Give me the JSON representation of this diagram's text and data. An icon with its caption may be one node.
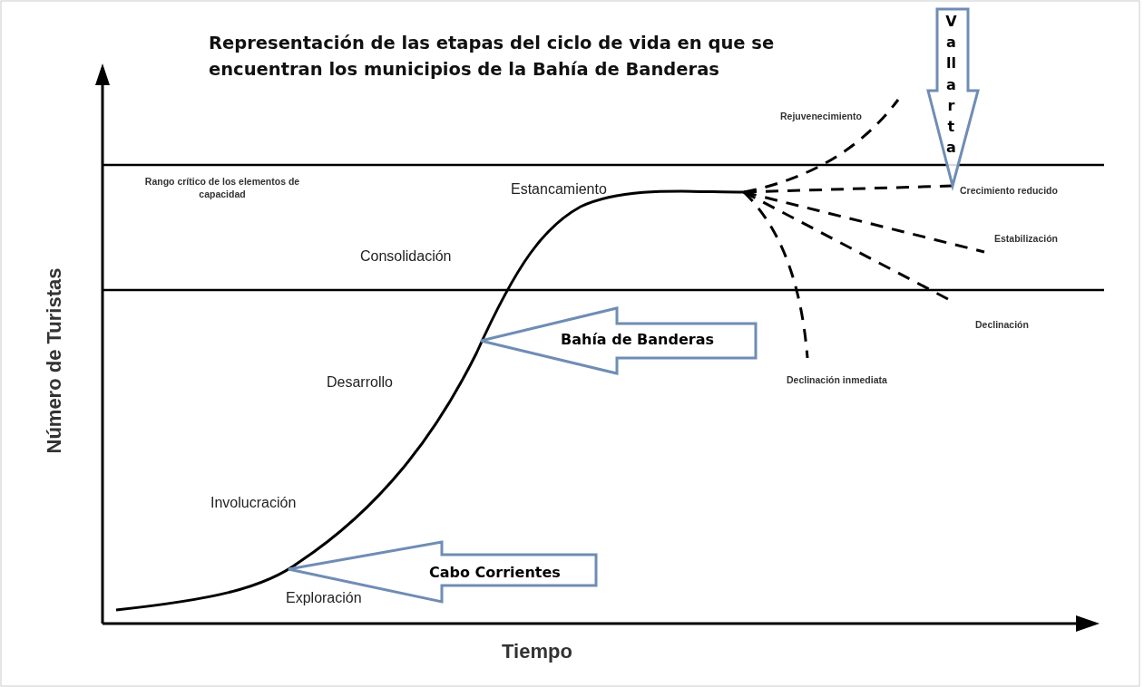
{
  "diagram": {
    "title": "Representación de las etapas del ciclo de vida en que se encuentran los municipios de la Bahía de Banderas",
    "nodes": [
      {
        "text": [
          "Vallarta"
        ]
      },
      {
        "text": [
          "Bahía de Banderas"
        ]
      },
      {
        "text": [
          "Cabo Corrientes"
        ]
      }
    ],
    "edges": [],
    "labels": [
      "Rejuvenecimiento",
      "Rango crítico de los elementos de capacidad",
      "Estancamiento",
      "Crecimiento reducido",
      "Estabilización",
      "Consolidación",
      "Declinación",
      "Desarrollo",
      "Declinación inmediata",
      "Involucración",
      "Exploración",
      "Número de Turistas",
      "Tiempo"
    ]
  }
}
